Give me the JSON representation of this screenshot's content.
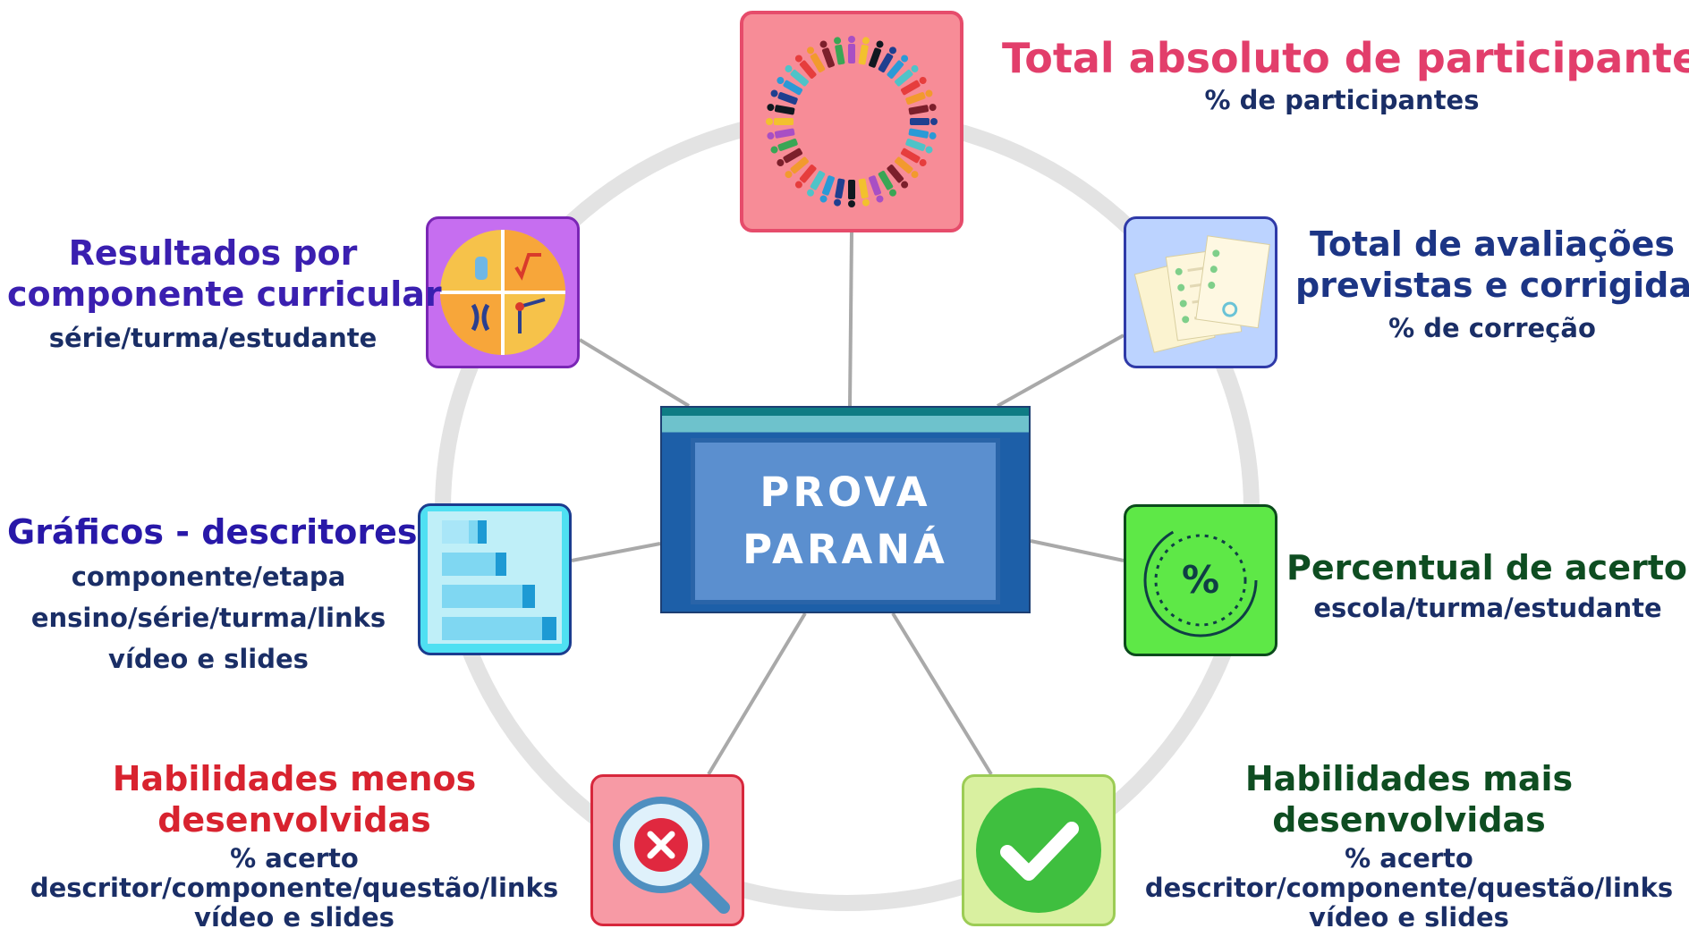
{
  "center": {
    "line1": "PROVA",
    "line2": "PARANÁ"
  },
  "items": {
    "participantes": {
      "title": "Total absoluto de participantes",
      "subtitle": "% de participantes",
      "color": "#e23e6b",
      "icon": "people-ring-icon"
    },
    "avaliacoes": {
      "title_l1": "Total de avaliações",
      "title_l2": "previstas e corrigidas",
      "subtitle": "% de correção",
      "color": "#1c3585",
      "icon": "documents-checklist-icon"
    },
    "percentual": {
      "title": "Percentual de acertos",
      "subtitle": "escola/turma/estudante",
      "color": "#0e4d21",
      "icon": "percent-dial-icon"
    },
    "mais": {
      "title_l1": "Habilidades mais",
      "title_l2": "desenvolvidas",
      "sub_l1": "% acerto",
      "sub_l2": "descritor/componente/questão/links",
      "sub_l3": "vídeo e slides",
      "color": "#0e4d21",
      "icon": "checkmark-circle-icon"
    },
    "menos": {
      "title_l1": "Habilidades menos",
      "title_l2": "desenvolvidas",
      "sub_l1": "% acerto",
      "sub_l2": "descritor/componente/questão/links",
      "sub_l3": "vídeo e slides",
      "color": "#d8232f",
      "icon": "magnifier-x-icon"
    },
    "graficos": {
      "title": "Gráficos - descritores",
      "sub_l1": "componente/etapa",
      "sub_l2": "ensino/série/turma/links",
      "sub_l3": "vídeo e slides",
      "color": "#2818a8",
      "icon": "bar-chart-icon"
    },
    "componente": {
      "title_l1": "Resultados por",
      "title_l2": "componente curricular",
      "subtitle": "série/turma/estudante",
      "color": "#3a1fb0",
      "icon": "science-math-icon"
    }
  }
}
